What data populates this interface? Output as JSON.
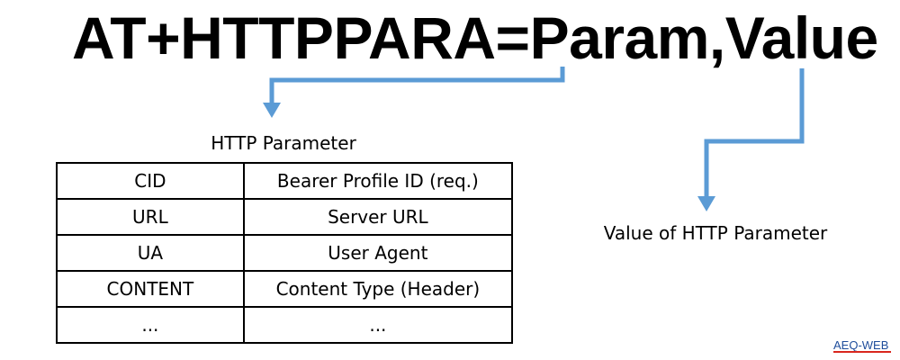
{
  "command": {
    "text": "AT+HTTPPARA=Param,Value"
  },
  "param_table": {
    "caption": "HTTP Parameter",
    "rows": [
      {
        "param": "CID",
        "description": "Bearer Profile ID (req.)"
      },
      {
        "param": "URL",
        "description": "Server URL"
      },
      {
        "param": "UA",
        "description": "User Agent"
      },
      {
        "param": "CONTENT",
        "description": "Content Type (Header)"
      },
      {
        "param": "...",
        "description": "..."
      }
    ]
  },
  "value_label": "Value of HTTP Parameter",
  "brand": {
    "text": "AEQ-WEB",
    "text_color": "#1f4e9c",
    "underline_color": "#d9271e"
  },
  "colors": {
    "arrow": "#5b9bd5",
    "text": "#000000",
    "table_border": "#000000"
  }
}
